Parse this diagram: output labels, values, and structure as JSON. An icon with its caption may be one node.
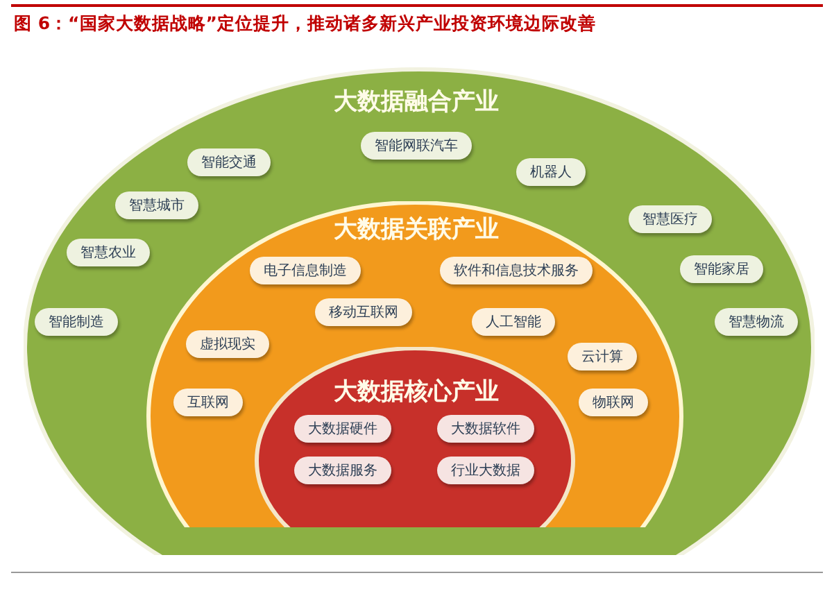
{
  "diagram": {
    "title": "图 6：“国家大数据战略”定位提升，推动诸多新兴产业投资环境边际改善",
    "nodes": [
      {
        "text": [
          "大数据融合产业"
        ]
      },
      {
        "text": [
          "智能交通"
        ],
        "in": 0
      },
      {
        "text": [
          "智能网联汽车"
        ],
        "in": 0
      },
      {
        "text": [
          "机器人"
        ],
        "in": 0
      },
      {
        "text": [
          "智慧城市"
        ],
        "in": 0
      },
      {
        "text": [
          "智慧医疗"
        ],
        "in": 0
      },
      {
        "text": [
          "智慧农业"
        ],
        "in": 0
      },
      {
        "text": [
          "智能家居"
        ],
        "in": 0
      },
      {
        "text": [
          "智能制造"
        ],
        "in": 0
      },
      {
        "text": [
          "智慧物流"
        ],
        "in": 0
      },
      {
        "text": [
          "大数据关联产业"
        ],
        "in": 0
      },
      {
        "text": [
          "电子信息制造"
        ],
        "in": 10
      },
      {
        "text": [
          "软件和信息技术服务"
        ],
        "in": 10
      },
      {
        "text": [
          "移动互联网"
        ],
        "in": 10
      },
      {
        "text": [
          "人工智能"
        ],
        "in": 10
      },
      {
        "text": [
          "虚拟现实"
        ],
        "in": 10
      },
      {
        "text": [
          "云计算"
        ],
        "in": 10
      },
      {
        "text": [
          "互联网"
        ],
        "in": 10
      },
      {
        "text": [
          "物联网"
        ],
        "in": 10
      },
      {
        "text": [
          "大数据核心产业"
        ],
        "in": 10
      },
      {
        "text": [
          "大数据硬件"
        ],
        "in": 19
      },
      {
        "text": [
          "大数据软件"
        ],
        "in": 19
      },
      {
        "text": [
          "大数据服务"
        ],
        "in": 19
      },
      {
        "text": [
          "行业大数据"
        ],
        "in": 19
      }
    ]
  }
}
